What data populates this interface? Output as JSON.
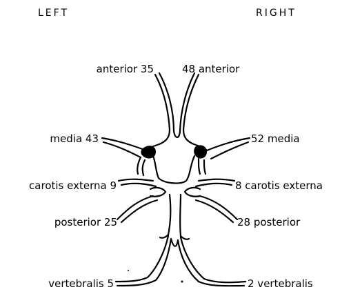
{
  "headers": {
    "left": "LEFT",
    "right": "RIGHT"
  },
  "labels": {
    "left_anterior": "anterior 35",
    "right_anterior": "48 anterior",
    "left_media": "media 43",
    "right_media": "52 media",
    "left_carotis_externa": "carotis externa 9",
    "right_carotis_externa": "8 carotis externa",
    "left_posterior": "posterior 25",
    "right_posterior": "28 posterior",
    "left_vertebralis": "vertebralis 5",
    "right_vertebralis": "2 vertebralis"
  }
}
